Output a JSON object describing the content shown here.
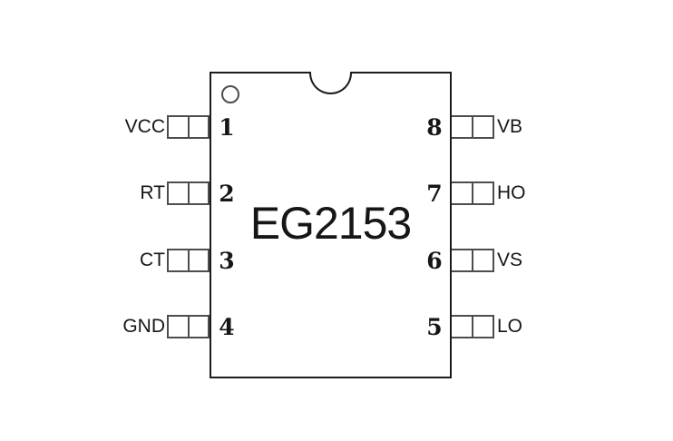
{
  "chip": {
    "label": "EG2153"
  },
  "pins": {
    "left": [
      {
        "number": "1",
        "name": "VCC"
      },
      {
        "number": "2",
        "name": "RT"
      },
      {
        "number": "3",
        "name": "CT"
      },
      {
        "number": "4",
        "name": "GND"
      }
    ],
    "right": [
      {
        "number": "8",
        "name": "VB"
      },
      {
        "number": "7",
        "name": "HO"
      },
      {
        "number": "6",
        "name": "VS"
      },
      {
        "number": "5",
        "name": "LO"
      }
    ]
  },
  "icons": {
    "pin1_indicator": "circle",
    "orientation_notch": "half-circle-notch"
  },
  "colors": {
    "background": "#ffffff",
    "chip_outline": "#1c1c1c",
    "pin_lead_stroke": "#4d4d4d",
    "text": "#161616"
  }
}
